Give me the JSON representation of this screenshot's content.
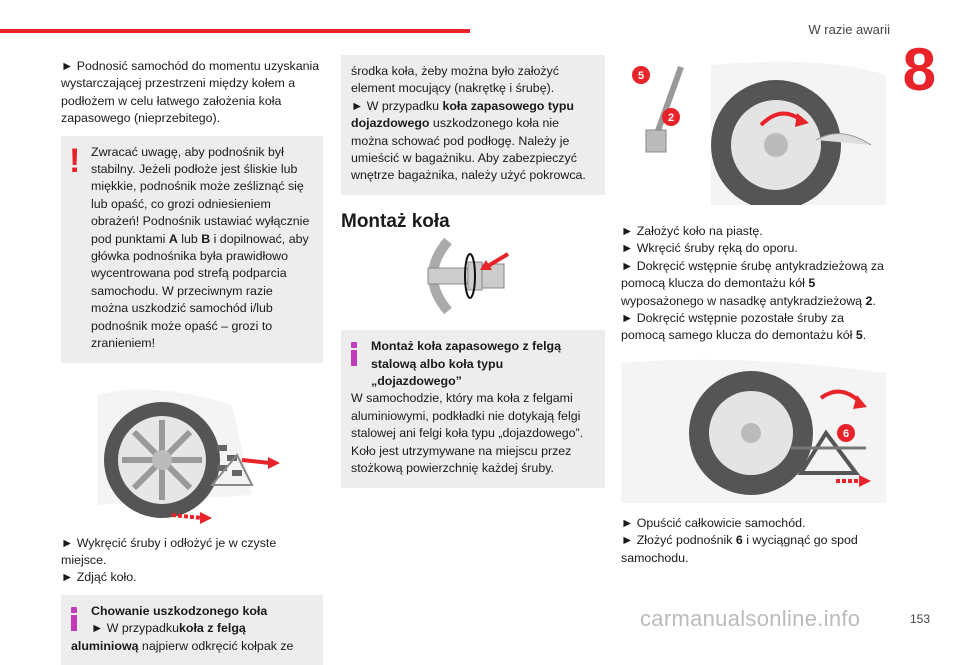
{
  "header": {
    "section": "W razie awarii",
    "chapter": "8"
  },
  "col1": {
    "p1": "► Podnosić samochód do momentu uzyskania wystarczającej przestrzeni między kołem a podłożem w celu łatwego założenia koła zapasowego (nieprzebitego).",
    "warn": {
      "icon": "!",
      "text": "Zwracać uwagę, aby podnośnik był stabilny. Jeżeli podłoże jest śliskie lub miękkie, podnośnik może ześliznąć się lub opaść, co grozi odniesieniem obrażeń! Podnośnik ustawiać wyłącznie pod punktami ",
      "a": "A",
      "mid": " lub ",
      "b": "B",
      "rest": " i dopilnować, aby główka podnośnika była prawidłowo wycentrowana pod strefą podparcia samochodu. W przeciwnym razie można uszkodzić samochód i/lub podnośnik może opaść – grozi to zranieniem!"
    },
    "steps": [
      "► Wykręcić śruby i odłożyć je w czyste miejsce.",
      "► Zdjąć koło."
    ],
    "info": {
      "title": "Chowanie uszkodzonego koła",
      "pre": "► W przypadku ",
      "bold": "koła z felgą aluminiową",
      "post": " najpierw odkręcić kołpak ze"
    }
  },
  "col2": {
    "cont": "środka koła, żeby można było założyć element mocujący (nakrętkę i śrubę).",
    "p2pre": "► W przypadku ",
    "p2bold": "koła zapasowego typu dojazdowego",
    "p2post": " uszkodzonego koła nie można schować pod podłogę. Należy je umieścić w bagażniku. Aby zabezpieczyć wnętrze bagażnika, należy użyć pokrowca.",
    "heading": "Montaż koła",
    "info": {
      "title": "Montaż koła zapasowego z felgą stalową albo koła typu „dojazdowego”",
      "text": "W samochodzie, który ma koła z felgami aluminiowymi, podkładki nie dotykają felgi stalowej ani felgi koła typu „dojazdowego”. Koło jest utrzymywane na miejscu przez stożkową powierzchnię każdej śruby."
    }
  },
  "col3": {
    "badge5": "5",
    "badge2": "2",
    "badge6": "6",
    "s1": "► Założyć koło na piastę.",
    "s2": "► Wkręcić śruby ręką do oporu.",
    "s3pre": "► Dokręcić wstępnie śrubę antykradzieżową za pomocą klucza do demontażu kół ",
    "s3b1": "5",
    "s3mid": " wyposażonego w nasadkę antykradzieżową ",
    "s3b2": "2",
    "s3post": ".",
    "s4pre": "► Dokręcić wstępnie pozostałe śruby za pomocą samego klucza do demontażu kół ",
    "s4b": "5",
    "s4post": ".",
    "s5": "► Opuścić całkowicie samochód.",
    "s6pre": "► Złożyć podnośnik ",
    "s6b": "6",
    "s6post": " i wyciągnąć go spod samochodu."
  },
  "footer": {
    "page": "153",
    "watermark": "carmanualsonline.info"
  },
  "colors": {
    "accent": "#e8232a",
    "info": "#c23bb8",
    "box": "#ededed"
  }
}
